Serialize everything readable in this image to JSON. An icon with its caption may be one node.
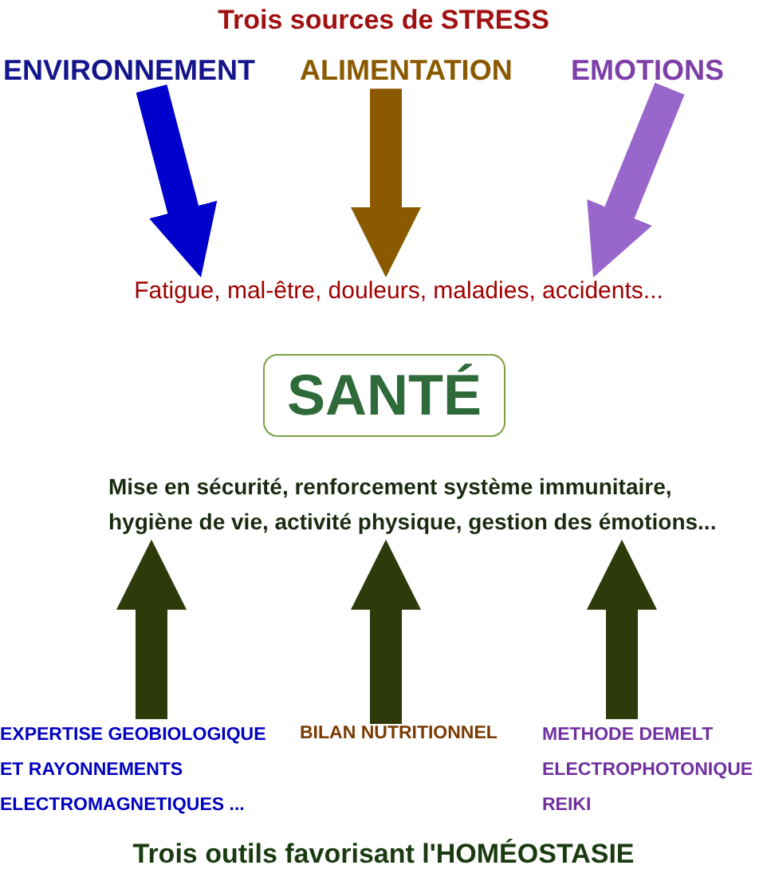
{
  "diagram": {
    "title": "Trois sources de STRESS",
    "caption": "Trois outils favorisant l'HOMÉOSTASIE",
    "nodes": [
      {
        "text": [
          "ENVIRONNEMENT"
        ]
      },
      {
        "text": [
          "ALIMENTATION"
        ]
      },
      {
        "text": [
          "EMOTIONS"
        ]
      },
      {
        "text": [
          "Fatigue, mal-être, douleurs, maladies, accidents..."
        ]
      },
      {
        "text": [
          "SANTÉ"
        ]
      },
      {
        "text": [
          "Mise en sécurité, renforcement système immunitaire, hygiène de vie, activité physique, gestion des émotions..."
        ]
      },
      {
        "text": [
          "EXPERTISE GEOBIOLOGIQUE ET RAYONNEMENTS ELECTROMAGNETIQUES ..."
        ]
      },
      {
        "text": [
          "BILAN NUTRITIONNEL"
        ]
      },
      {
        "text": [
          "METHODE DEMELT",
          "ELECTROPHOTONIQUE",
          "REIKI"
        ]
      }
    ],
    "edges": [
      {
        "from": 0,
        "to": 3,
        "arrow": "to",
        "color": "#0000cc"
      },
      {
        "from": 1,
        "to": 3,
        "arrow": "to",
        "color": "#8b5a00"
      },
      {
        "from": 2,
        "to": 3,
        "arrow": "to",
        "color": "#9966cc"
      },
      {
        "from": 6,
        "to": 5,
        "arrow": "to"
      },
      {
        "from": 7,
        "to": 5,
        "arrow": "to"
      },
      {
        "from": 8,
        "to": 5,
        "arrow": "to"
      }
    ]
  }
}
